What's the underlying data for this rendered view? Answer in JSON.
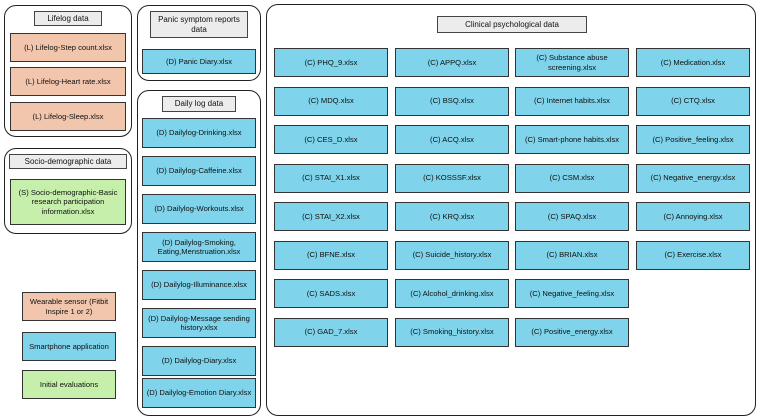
{
  "lifelog": {
    "title": "Lifelog data",
    "files": [
      "(L) Lifelog-Step count.xlsx",
      "(L) Lifelog-Heart rate.xlsx",
      "(L) Lifelog-Sleep.xlsx"
    ]
  },
  "socio": {
    "title": "Socio-demographic data",
    "file": "(S) Socio-demographic-Basic research participation information.xlsx"
  },
  "panic": {
    "title": "Panic symptom reports data",
    "file": "(D) Panic Diary.xlsx"
  },
  "daily": {
    "title": "Daily log data",
    "files": [
      "(D) Dailylog-Drinking.xlsx",
      "(D) Dailylog-Caffeine.xlsx",
      "(D) Dailylog-Workouts.xlsx",
      "(D) Dailylog-Smoking, Eating,Menstruation.xlsx",
      "(D) Dailylog-Illuminance.xlsx",
      "(D) Dailylog-Message sending history.xlsx",
      "(D) Dailylog-Diary.xlsx",
      "(D) Dailylog-Emotion Diary.xlsx"
    ]
  },
  "clinical": {
    "title": "Clinical psychological data",
    "columns": [
      [
        "(C) PHQ_9.xlsx",
        "(C) MDQ.xlsx",
        "(C) CES_D.xlsx",
        "(C) STAI_X1.xlsx",
        "(C) STAI_X2.xlsx",
        "(C) BFNE.xlsx",
        "(C) SADS.xlsx",
        "(C) GAD_7.xlsx"
      ],
      [
        "(C) APPQ.xlsx",
        "(C) BSQ.xlsx",
        "(C) ACQ.xlsx",
        "(C) KOSSSF.xlsx",
        "(C) KRQ.xlsx",
        "(C) Suicide_history.xlsx",
        "(C) Alcohol_drinking.xlsx",
        "(C) Smoking_history.xlsx"
      ],
      [
        "(C) Substance abuse screening.xlsx",
        "(C) Internet habits.xlsx",
        "(C) Smart-phone habits.xlsx",
        "(C) CSM.xlsx",
        "(C) SPAQ.xlsx",
        "(C) BRIAN.xlsx",
        "(C) Negative_feeling.xlsx",
        "(C) Positive_energy.xlsx"
      ],
      [
        "(C) Medication.xlsx",
        "(C) CTQ.xlsx",
        "(C) Positive_feeling.xlsx",
        "(C) Negative_energy.xlsx",
        "(C) Annoying.xlsx",
        "(C) Exercise.xlsx"
      ]
    ]
  },
  "legend": {
    "wearable": "Wearable sensor (Fitbit Inspire 1 or 2)",
    "smartphone": "Smartphone application",
    "initial": "Initial evaluations",
    "colors": {
      "wearable": "#f2c5ad",
      "smartphone": "#7fd3ea",
      "initial": "#c6efab"
    }
  }
}
